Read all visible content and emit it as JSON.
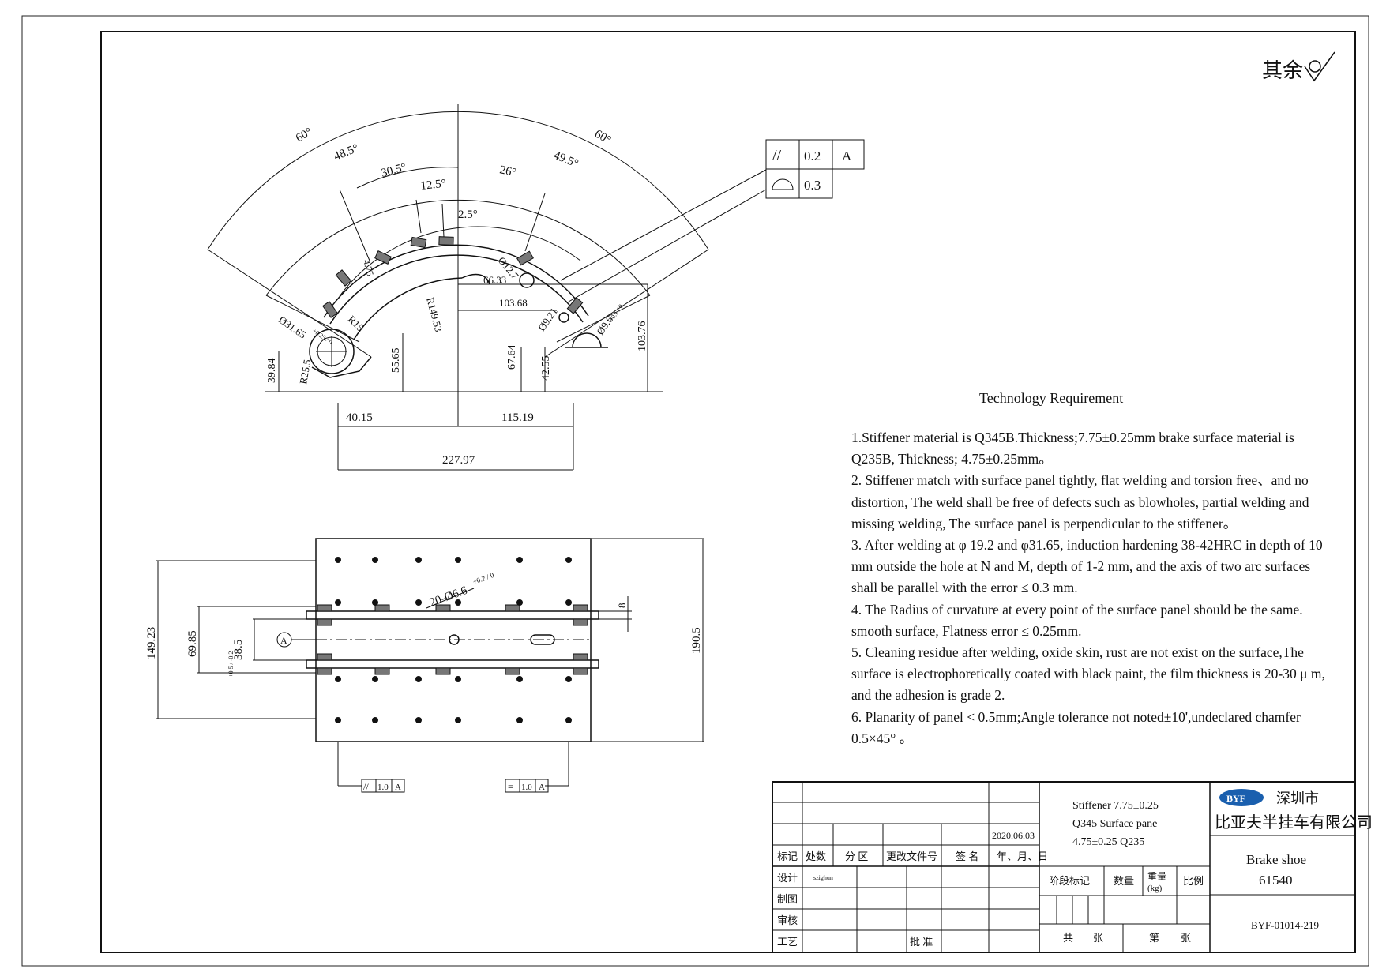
{
  "surface_symbol": "其余",
  "top_view": {
    "angles": [
      "60°",
      "48.5°",
      "30.5°",
      "12.5°",
      "2.5°",
      "26°",
      "49.5°",
      "60°"
    ],
    "labels": {
      "d31": "Ø31.65",
      "d31_tol": "+0.25 / 0",
      "r15": "R15",
      "r25": "R25.5",
      "r149": "R149.53",
      "d12": "Ø12.7",
      "d9": "Ø9.21",
      "d9_6": "Ø9.6",
      "d9_6_tol": "+0.1 / 0",
      "v4_75": "4.75",
      "h66": "66.33",
      "h103": "103.68",
      "v39": "39.84",
      "v55": "55.65",
      "v67": "67.64",
      "v42": "42.55",
      "v103": "103.76",
      "h40": "40.15",
      "h115": "115.19",
      "h227": "227.97"
    },
    "tolerance_frame": {
      "row1": {
        "symbol": "//",
        "value": "0.2",
        "datum": "A"
      },
      "row2": {
        "value": "0.3"
      }
    }
  },
  "bottom_view": {
    "labels": {
      "holes": "20-Ø6.6",
      "holes_tol": "+0.2 / 0",
      "v149": "149.23",
      "v69": "69.85",
      "v38": "38.5",
      "v38_tol": "+0.5 / -0.2",
      "datum": "A",
      "v190": "190.5",
      "v8": "8"
    },
    "frame_left": {
      "symbol": "//",
      "value": "1.0",
      "datum": "A"
    },
    "frame_right": {
      "symbol": "=",
      "value": "1.0",
      "datum": "A"
    }
  },
  "tech": {
    "title": "Technology Requirement",
    "items": [
      "1.Stiffener material is Q345B.Thickness;7.75±0.25mm brake surface material is Q235B, Thickness; 4.75±0.25mm。",
      "2. Stiffener match with surface panel tightly, flat welding  and torsion free、and no distortion, The weld shall be free of defects such as blowholes, partial welding and missing welding, The surface panel is perpendicular to the stiffener。",
      "3. After welding at φ 19.2 and φ31.65, induction hardening 38-42HRC in depth of 10 mm outside the hole at N and M, depth of 1-2 mm, and the axis of two arc surfaces shall be parallel with the error ≤ 0.3 mm.",
      "4. The Radius of curvature at every point of the surface panel should be the same. smooth surface, Flatness error ≤ 0.25mm.",
      "5. Cleaning residue after welding,  oxide skin, rust are not exist on the surface,The surface is electrophoretically coated with black paint, the film thickness is 20-30 μ m, and the adhesion is grade 2.",
      "6. Planarity of panel < 0.5mm;Angle tolerance not noted±10',undeclared chamfer 0.5×45° 。"
    ]
  },
  "title_block": {
    "date": "2020.06.03",
    "headers": [
      "标记",
      "处数",
      "分 区",
      "更改文件号",
      "签 名",
      "年、月、日"
    ],
    "roles": [
      "设计",
      "制图",
      "审核",
      "工艺"
    ],
    "designer": "szighun",
    "approve": "批 准",
    "material_lines": [
      "Stiffener 7.75±0.25",
      "Q345 Surface pane",
      "4.75±0.25 Q235"
    ],
    "cols": [
      "阶段标记",
      "数量",
      "重量",
      "(kg)",
      "比例"
    ],
    "sheets": [
      "共",
      "张",
      "第",
      "张"
    ],
    "logo": "BYF",
    "company_line1": "深圳市",
    "company_line2": "比亚夫半挂车有限公司",
    "part_name": "Brake shoe",
    "part_no": "61540",
    "drawing_no": "BYF-01014-219"
  }
}
